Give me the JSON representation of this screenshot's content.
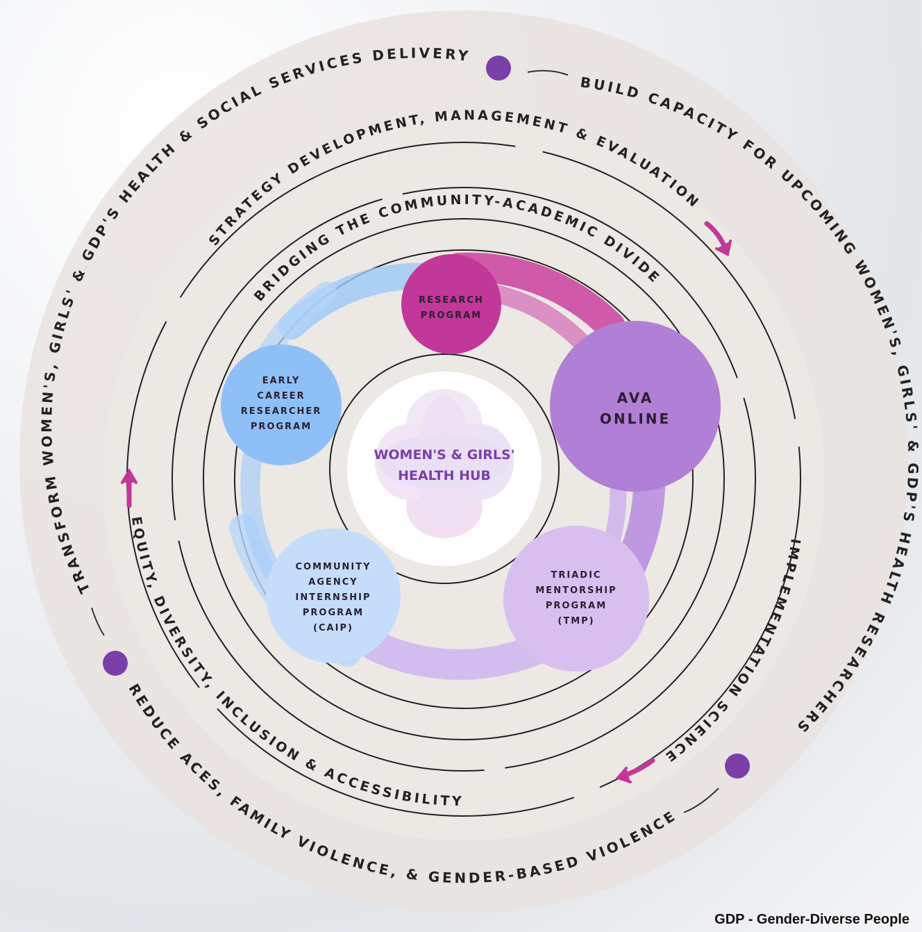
{
  "rings": {
    "outer_top": "SERVICES DELIVERY",
    "outer_left": "TRANSFORM WOMEN'S, GIRLS' & GDP'S HEALTH & SOCIAL SERVICES DELIVERY",
    "outer_right": "BUILD CAPACITY FOR UPCOMING WOMEN'S, GIRLS' & GDP'S HEALTH RESEARCHERS",
    "outer_bottom": "REDUCE ACES, FAMILY VIOLENCE, & GENDER-BASED VIOLENCE",
    "middle_top": "STRATEGY DEVELOPMENT, MANAGEMENT & EVALUATION",
    "middle_right": "IMPLEMENTATION SCIENCE",
    "middle_bottom": "EQUITY, DIVERSITY, INCLUSION & ACCESSIBILITY",
    "inner_top": "BRIDGING THE COMMUNITY-ACADEMIC DIVIDE"
  },
  "hub": {
    "label": "WOMEN'S & GIRLS'\nHEALTH HUB"
  },
  "programs": {
    "research": "RESEARCH\nPROGRAM",
    "ava": "AVA\nONLINE",
    "tmp": "TRIADIC\nMENTORSHIP\nPROGRAM\n(TMP)",
    "caip": "COMMUNITY\nAGENCY\nINTERNSHIP\nPROGRAM\n(CAIP)",
    "ecr": "EARLY\nCAREER\nRESEARCHER\nPROGRAM"
  },
  "footnote": "GDP - Gender-Diverse People",
  "colors": {
    "research": "#c2379a",
    "ava": "#b07fd6",
    "tmp": "#d9bff0",
    "caip": "#c6dcfb",
    "ecr": "#8ec0f7",
    "dot": "#7a3fa8",
    "arrow": "#c2379a",
    "hub_text": "#7a3fa8",
    "ring_fill": "#ece8e3"
  }
}
